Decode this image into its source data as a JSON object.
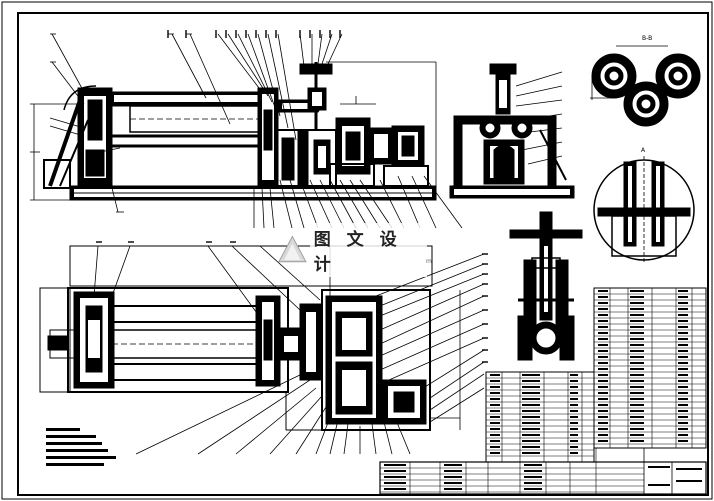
{
  "drawing": {
    "watermark_text": "图 文 设 计",
    "watermark_sub": "m",
    "section_label_top_right": "B-B",
    "section_label_detail": "A",
    "line_color": "#000000",
    "paper_color": "#ffffff"
  }
}
